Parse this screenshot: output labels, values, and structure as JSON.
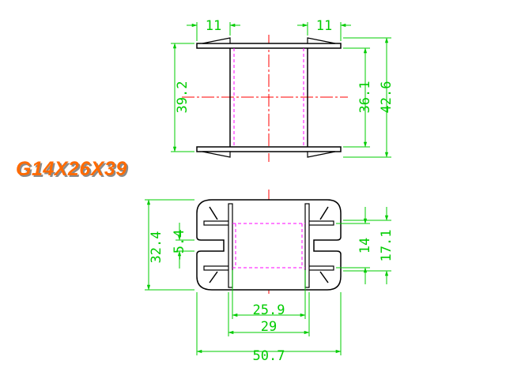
{
  "part_name": "G14X26X39",
  "colors": {
    "outline": "#000000",
    "dimension": "#00cc00",
    "centerline": "#ff0000",
    "hidden": "#ff00ff",
    "part_label": "#ff6a00"
  },
  "dimensions": {
    "top_flange_left": "11",
    "top_flange_right": "11",
    "height_overall_left": "39.2",
    "height_inner": "36.1",
    "height_overall_right": "42.6",
    "side_height_overall": "32.4",
    "side_slot": "-5.4",
    "side_inner": "14",
    "side_outer": "17.1",
    "width_inner": "25.9",
    "width_mid": "29",
    "width_overall": "50.7"
  }
}
